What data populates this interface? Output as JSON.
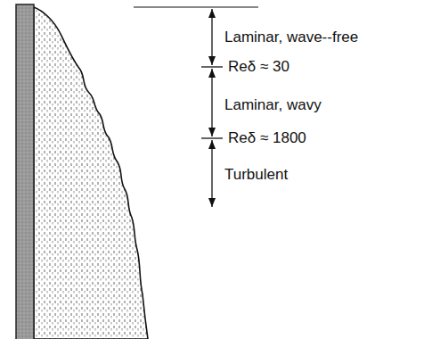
{
  "diagram": {
    "labels": [
      "Laminar, wave--free",
      "Reδ ≈ 30",
      "Laminar, wavy",
      "Reδ ≈ 1800",
      "Turbulent"
    ]
  }
}
